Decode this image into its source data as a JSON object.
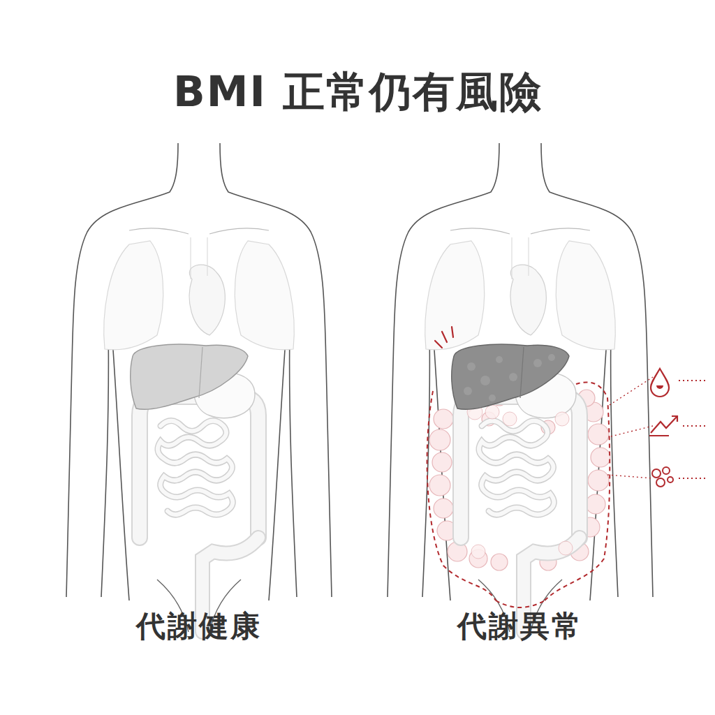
{
  "diagram": {
    "title": "BMI 正常仍有風險",
    "labels": [
      "代謝健康",
      "代謝異常"
    ]
  }
}
